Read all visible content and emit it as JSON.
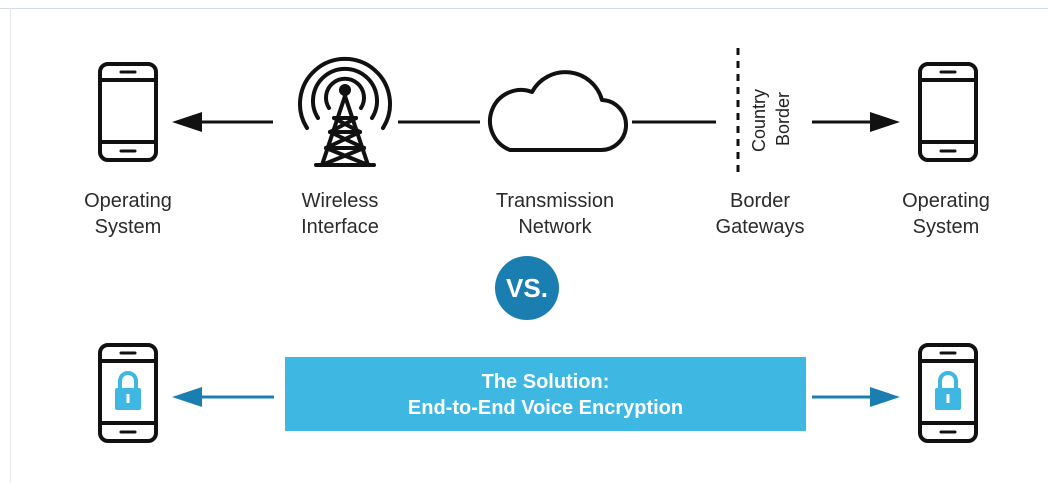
{
  "nodes": {
    "os_left": "Operating\nSystem",
    "wireless": "Wireless\nInterface",
    "transmission": "Transmission\nNetwork",
    "border_gateways": "Border\nGateways",
    "os_right": "Operating\nSystem"
  },
  "country_border_line1": "Country",
  "country_border_line2": "Border",
  "vs": "VS.",
  "solution": {
    "line1": "The Solution:",
    "line2": "End-to-End Voice Encryption"
  },
  "colors": {
    "dark": "#111111",
    "blue_dark": "#1a7fb0",
    "blue_light": "#3eb8e3"
  },
  "icons": [
    "smartphone-icon",
    "radio-tower-icon",
    "cloud-icon",
    "lock-icon"
  ]
}
